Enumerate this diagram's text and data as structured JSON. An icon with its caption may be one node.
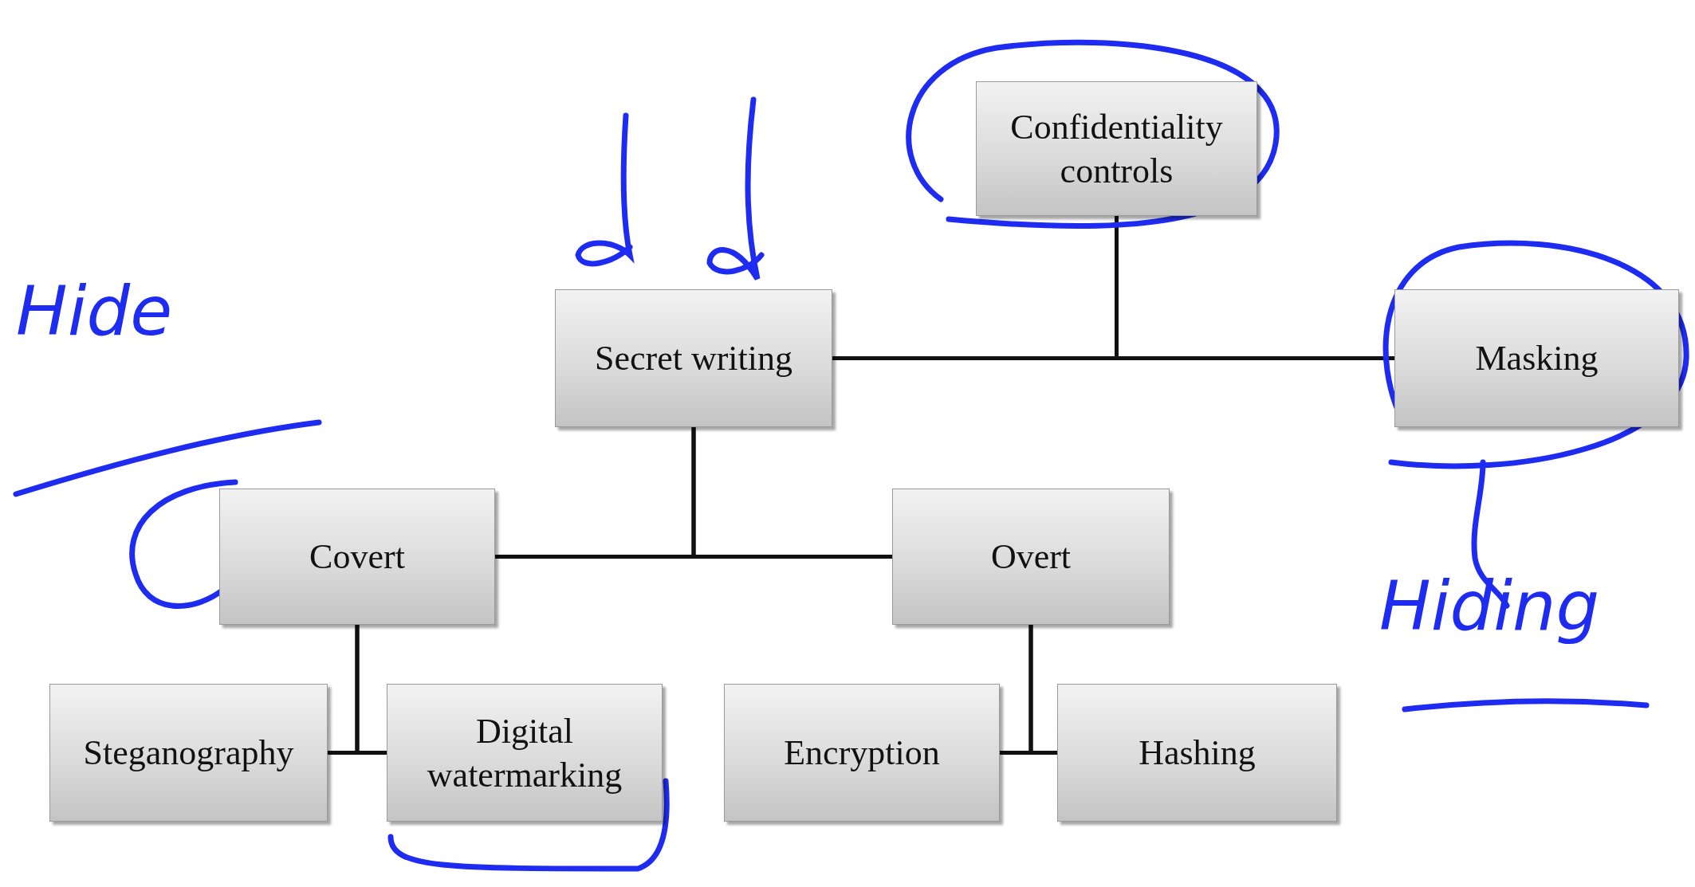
{
  "diagram": {
    "nodes": [
      {
        "text": [
          "Confidentiality controls"
        ]
      },
      {
        "text": [
          "Secret writing"
        ]
      },
      {
        "text": [
          "Masking"
        ]
      },
      {
        "text": [
          "Covert"
        ]
      },
      {
        "text": [
          "Overt"
        ]
      },
      {
        "text": [
          "Steganography"
        ]
      },
      {
        "text": [
          "Digital watermarking"
        ]
      },
      {
        "text": [
          "Encryption"
        ]
      },
      {
        "text": [
          "Hashing"
        ]
      }
    ],
    "edges": [
      {
        "from": 0,
        "to": 1,
        "arrow": "none"
      },
      {
        "from": 0,
        "to": 2,
        "arrow": "none"
      },
      {
        "from": 1,
        "to": 3,
        "arrow": "none"
      },
      {
        "from": 1,
        "to": 4,
        "arrow": "none"
      },
      {
        "from": 3,
        "to": 5,
        "arrow": "none"
      },
      {
        "from": 3,
        "to": 6,
        "arrow": "none"
      },
      {
        "from": 4,
        "to": 7,
        "arrow": "none"
      },
      {
        "from": 4,
        "to": 8,
        "arrow": "none"
      }
    ],
    "labels": [
      "Hide",
      "Hiding"
    ]
  }
}
